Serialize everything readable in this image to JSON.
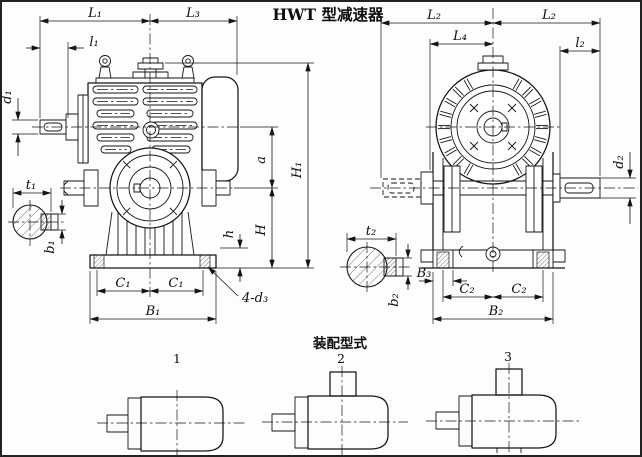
{
  "title": "HWT 型减速器",
  "front_view_dims": {
    "L1": "L₁",
    "L3": "L₃",
    "l1": "l₁",
    "d1": "d₁",
    "a": "a",
    "H1": "H₁",
    "H": "H",
    "h": "h",
    "C1_left": "C₁",
    "C1_right": "C₁",
    "B1": "B₁",
    "foot_holes": "4-d₃"
  },
  "input_shaft_section": {
    "t1": "t₁",
    "b1": "b₁"
  },
  "output_shaft_section": {
    "t2": "t₂",
    "b2": "b₂"
  },
  "side_view_dims": {
    "L2_left": "L₂",
    "L2_right": "L₂",
    "L4": "L₄",
    "l2": "l₂",
    "d2": "d₂",
    "B3": "B₃",
    "C2_left": "C₂",
    "C2_right": "C₂",
    "B2": "B₂"
  },
  "assembly": {
    "heading": "装配型式",
    "variant_1": "1",
    "variant_2": "2",
    "variant_3": "3"
  }
}
